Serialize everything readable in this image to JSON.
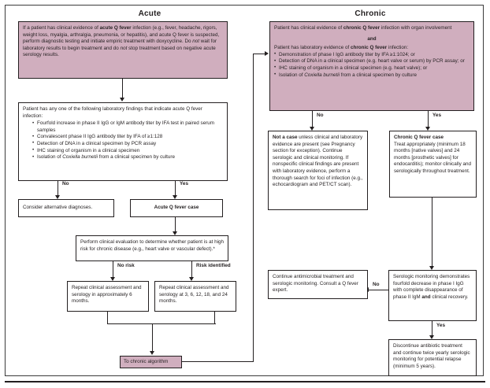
{
  "columns": {
    "acute_title": "Acute",
    "chronic_title": "Chronic"
  },
  "acute": {
    "intro_box": {
      "text": "If a patient has clinical evidence of acute Q fever infection (e.g., fever, headache, rigors, weight loss, myalgia, arthralgia, pneumonia, or hepatitis), and acute Q fever is suspected, perform diagnostic testing and initiate empiric treatment with doxycycline. Do not wait for laboratory results to begin treatment and do not stop treatment based on negative acute serology results."
    },
    "lab_box": {
      "lead": "Patient has any one of the following laboratory findings that indicate  acute Q fever infection:",
      "items": [
        "Fourfold increase in phase II IgG or IgM antibody titer by IFA test in paired serum samples",
        "Convalescent phase II IgG antibody titer by IFA of ≥1:128",
        "Detection of DNA in a clinical specimen by PCR assay",
        "IHC staining of organism in a clinical specimen",
        "Isolation of Coxiella burnetii from a clinical specimen by culture"
      ]
    },
    "branch_no_label": "No",
    "branch_yes_label": "Yes",
    "alt_diagnoses_box": "Consider alternative diagnoses.",
    "acute_case_box": "Acute Q fever case",
    "evaluation_box": "Perform clinical evaluation to determine whether patient is at high risk for chronic disease (e.g., heart valve or vascular defect).*",
    "no_risk_label": "No risk",
    "risk_identified_label": "Risk identified",
    "repeat_6mo_box": "Repeat clinical assessment and serology in approximately 6 months.",
    "repeat_schedule_box": "Repeat clinical assessment and serology at 3, 6, 12, 18, and 24 months.",
    "to_chronic_box": "To chronic algorithm"
  },
  "chronic": {
    "intro_box": {
      "line1": "Patient has clinical evidence of chronic Q fever infection with organ involvement",
      "and": "and",
      "line2": "Patient has laboratory evidence of chronic Q fever infection:",
      "items": [
        "Demonstration of phase I IgG antibody titer by IFA ≥1:1024; or",
        "Detection of DNA in a clinical specimen (e.g. heart valve or serum) by PCR assay; or",
        "IHC staining of organism in a clinical specimen (e.g. heart  valve); or",
        "Isolation of Coxiella burnetii from a clinical specimen by culture"
      ]
    },
    "branch_no_label": "No",
    "branch_yes_label": "Yes",
    "not_a_case_box": "Not a case unless clinical and laboratory evidence are present (see Pregnancy section for exception). Continue serologic and clinical monitoring. If nonspecific clinical findings are present with laboratory evidence, perform a thorough search for foci of infection (e.g., echocardiogram and PET/CT scan).",
    "chronic_case_box": {
      "title": "Chronic Q fever case",
      "body": "Treat appropriately (minimum 18 months [native valves] and 24 months [prosthetic valves] for endocarditis); monitor clinically and serologically throughout treatment."
    },
    "serologic_monitoring_box": "Serologic monitoring demonstrates fourfold decrease in phase I IgG with complete disappearance of phase II IgM and clinical recovery.",
    "continue_treatment_box": "Continue antimicrobial treatment and serologic monitoring. Consult a Q fever expert.",
    "monitoring_no_label": "No",
    "monitoring_yes_label": "Yes",
    "discontinue_box": "Discontinue antibiotic treatment and continue twice yearly serologic monitoring for potential relapse (minimum 5 years)."
  },
  "colors": {
    "highlight": "#d0aebe",
    "ink": "#231f20",
    "border": "#231f20"
  }
}
